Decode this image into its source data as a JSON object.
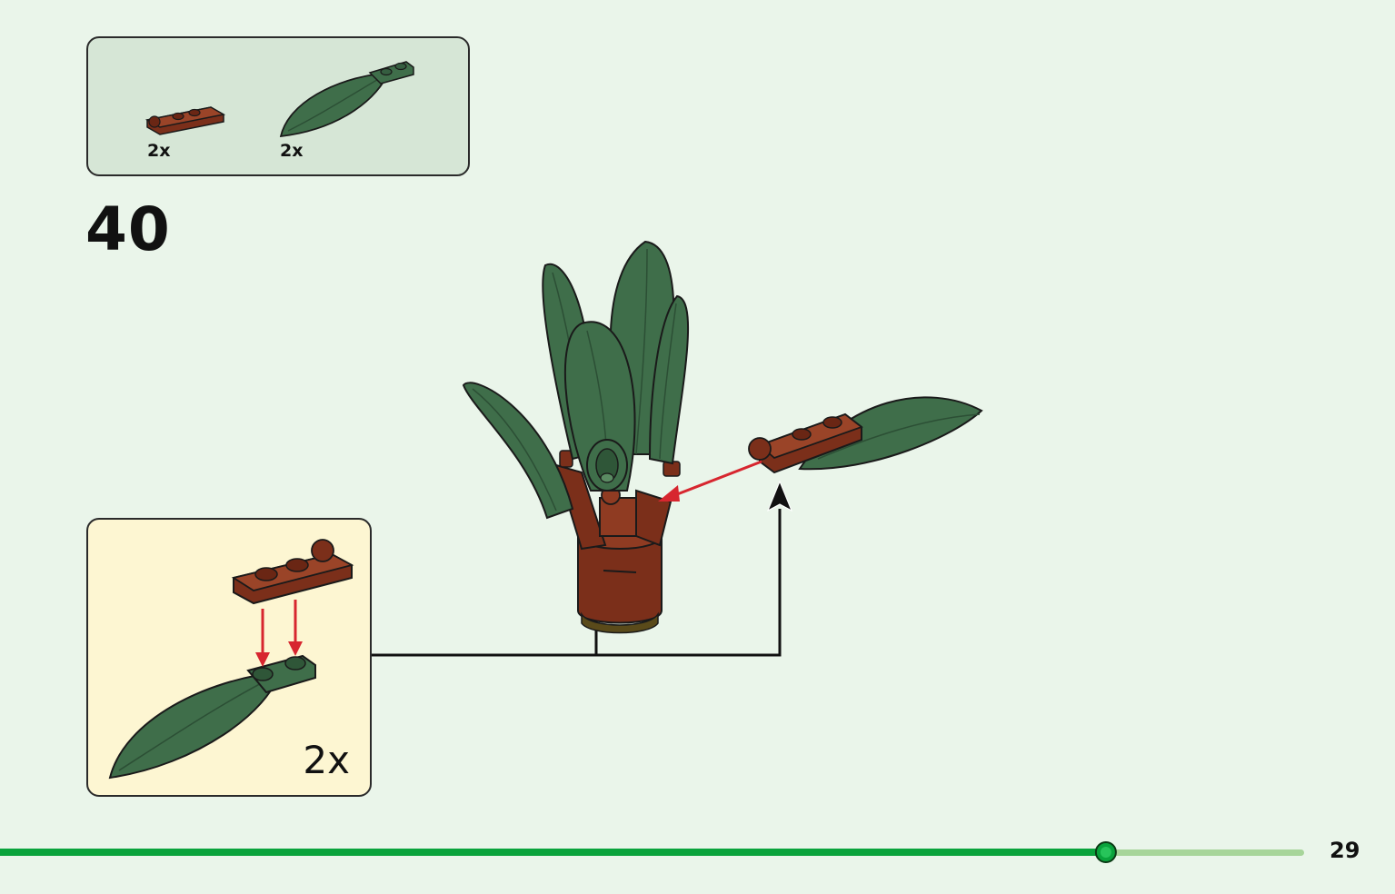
{
  "parts_list": [
    {
      "part": "brown-hinge-plate-icon",
      "qty": "2x"
    },
    {
      "part": "green-leaf-icon",
      "qty": "2x"
    }
  ],
  "step": {
    "number": "40"
  },
  "subassembly": {
    "qty": "2x"
  },
  "progress": {
    "fraction": 0.848
  },
  "page": {
    "number": "29"
  },
  "colors": {
    "background": "#eaf5ea",
    "parts_box": "#d6e6d6",
    "subassembly_box": "#fdf6d2",
    "leaf_green": "#3f6e4a",
    "brick_brown": "#7b2f1a",
    "arrow_red": "#d7262f",
    "progress_green": "#0aa33c",
    "progress_track": "#a7d59a"
  }
}
